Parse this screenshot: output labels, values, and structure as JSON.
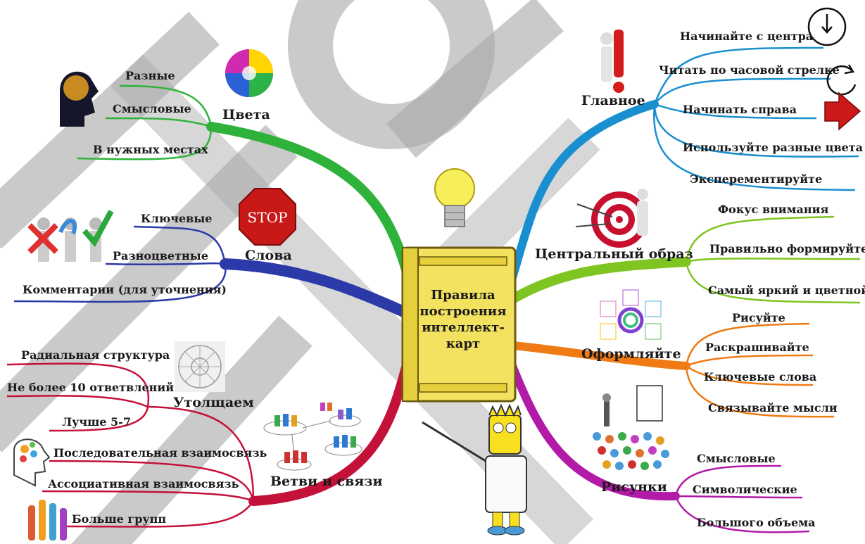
{
  "center": {
    "lines": [
      "Правила",
      "построения",
      "интеллект-",
      "карт"
    ]
  },
  "branches": {
    "colors": {
      "label": "Цвета",
      "color": "#2fb23a",
      "items": [
        "Разные",
        "Смысловые",
        "В нужных местах"
      ]
    },
    "words": {
      "label": "Слова",
      "color": "#2b3aa8",
      "items": [
        "Ключевые",
        "Разноцветные",
        "Комментарии (для уточнения)"
      ]
    },
    "thicken": {
      "label": "Утолщаем",
      "color": "#c4113a",
      "items": [
        "Радиальная структура",
        "Не более 10 ответвлений",
        "Лучше 5-7"
      ]
    },
    "links": {
      "label": "Ветви и связи",
      "color": "#c4113a",
      "items": [
        "Последовательная взаимосвязь",
        "Ассоциативная взаимосвязь",
        "Больше групп"
      ]
    },
    "main": {
      "label": "Главное",
      "color": "#1a8fd0",
      "items": [
        "Начинайте с центра",
        "Читать по часовой стрелке",
        "Начинать справа",
        "Используйте разные цвета",
        "Эксперементируйте"
      ]
    },
    "image": {
      "label": "Центральный образ",
      "color": "#7ec521",
      "items": [
        "Фокус внимания",
        "Правильно формируйте",
        "Самый яркий и цветной"
      ]
    },
    "design": {
      "label": "Оформляйте",
      "color": "#f07a14",
      "items": [
        "Рисуйте",
        "Раскрашивайте",
        "Ключевые слова",
        "Связывайте мысли"
      ]
    },
    "pictures": {
      "label": "Рисунки",
      "color": "#b21aa8",
      "items": [
        "Смысловые",
        "Символические",
        "Большого объема"
      ]
    }
  },
  "stop_sign": {
    "text": "STOP"
  },
  "icons": [
    "brain-head-icon",
    "color-wheel-icon",
    "light-bulb-icon",
    "target-icon",
    "stop-sign-icon",
    "clock-icon",
    "rotate-icon",
    "arrow-right-icon",
    "people-network-icon",
    "teacher-icon",
    "audience-icon",
    "gears-head-icon",
    "hands-icon",
    "radial-diagram-icon",
    "checkmark-figures-icon",
    "exclamation-figure-icon",
    "colorful-puzzle-icon"
  ]
}
